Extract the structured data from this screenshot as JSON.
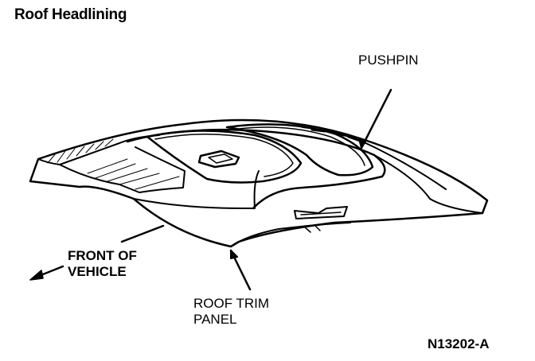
{
  "title": "Roof Headlining",
  "labels": {
    "pushpin": "PUSHPIN",
    "front_line1": "FRONT OF",
    "front_line2": "VEHICLE",
    "roof_line1": "ROOF TRIM",
    "roof_line2": "PANEL",
    "figure_code": "N13202-A"
  }
}
